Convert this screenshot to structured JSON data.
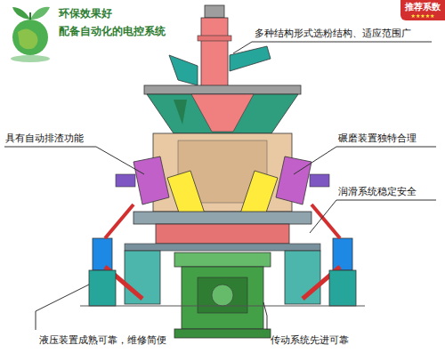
{
  "diagram": {
    "nodes": [
      {
        "text": [
          "推荐系数",
          "★★★★★"
        ]
      }
    ],
    "labels": [
      "环保效果好",
      "配备自动化的电控系统",
      "多种结构形式选粉结构、适应范围广",
      "具有自动排渣功能",
      "碾磨装置独特合理",
      "润滑系统稳定安全",
      "液压装置成熟可靠，维修简便",
      "传动系统先进可靠"
    ]
  }
}
